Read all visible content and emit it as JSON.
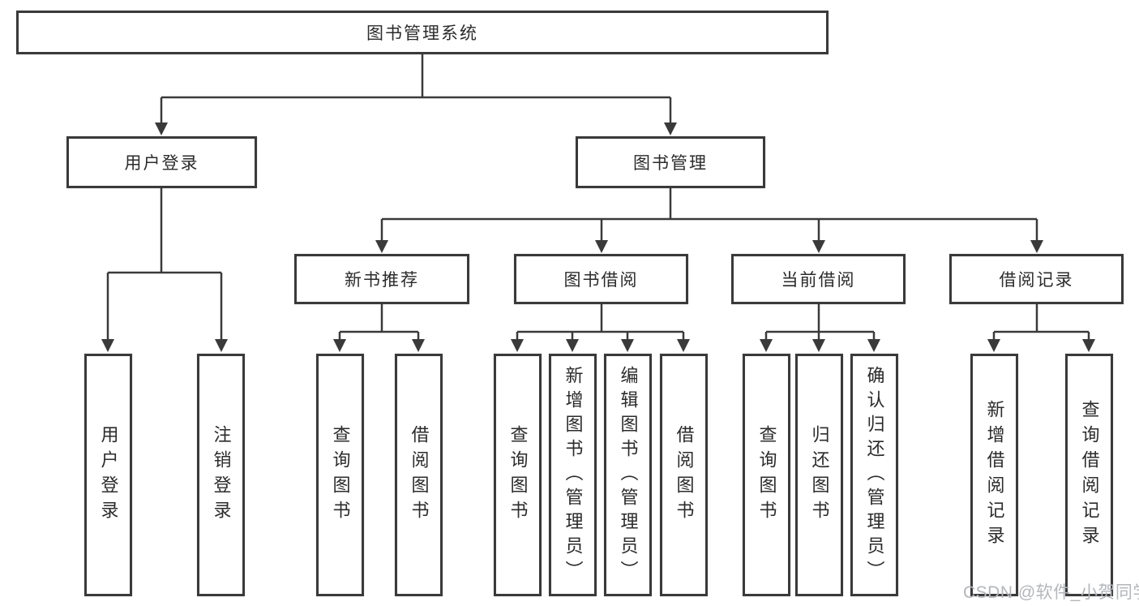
{
  "colors": {
    "line": "#3a3a3a",
    "text": "#2b2b2b",
    "bg": "#ffffff",
    "watermark": "#b3b6ba"
  },
  "diagram": {
    "title": "图书管理系统",
    "level1": {
      "user_login": "用户登录",
      "book_mgmt": "图书管理"
    },
    "level2": {
      "new_books": "新书推荐",
      "book_borrow": "图书借阅",
      "current_borrow": "当前借阅",
      "borrow_records": "借阅记录"
    },
    "leaves": {
      "user_login": [
        "用户登录",
        "注销登录"
      ],
      "new_books": [
        "查询图书",
        "借阅图书"
      ],
      "book_borrow": [
        "查询图书",
        "新增图书（管理员）",
        "编辑图书（管理员）",
        "借阅图书"
      ],
      "current_borrow": [
        "查询图书",
        "归还图书",
        "确认归还（管理员）"
      ],
      "borrow_records": [
        "新增借阅记录",
        "查询借阅记录"
      ]
    }
  },
  "watermark": {
    "text": "CSDN @软件_小贺同学"
  }
}
